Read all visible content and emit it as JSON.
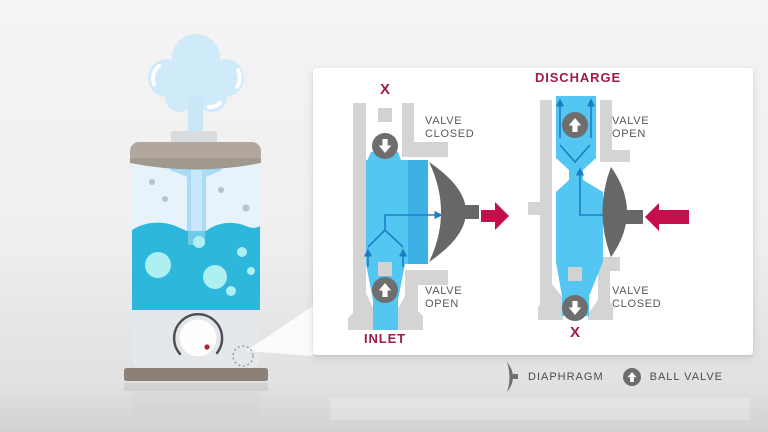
{
  "panel": {
    "left_valve": {
      "blocked_marker": "X",
      "top_valve_state": "VALVE CLOSED",
      "bottom_valve_state": "VALVE OPEN",
      "port_label": "INLET"
    },
    "right_valve": {
      "port_label": "DISCHARGE",
      "top_valve_state": "VALVE OPEN",
      "bottom_valve_state": "VALVE CLOSED",
      "blocked_marker": "X"
    },
    "legend": {
      "diaphragm": "DIAPHRAGM",
      "ball_valve": "BALL VALVE"
    }
  },
  "icons": {
    "diaphragm": "diaphragm-icon",
    "ball_valve": "ball-valve-icon",
    "flow": "flow-arrow-icon",
    "stroke": "stroke-direction-arrow-icon"
  },
  "colors": {
    "fluid_blue": "#53c6f1",
    "fluid_blue_dark": "#3db0e5",
    "flow_arrow_blue": "#1e7ec4",
    "mechanism_gray": "#6e6e6e",
    "wall_gray": "#d4d4d4",
    "accent_red": "#c50e4c",
    "label_crimson": "#9d1c49",
    "label_gray": "#57585a",
    "water_teal": "#2cb7db",
    "steam_blue": "#cfeaf8"
  }
}
